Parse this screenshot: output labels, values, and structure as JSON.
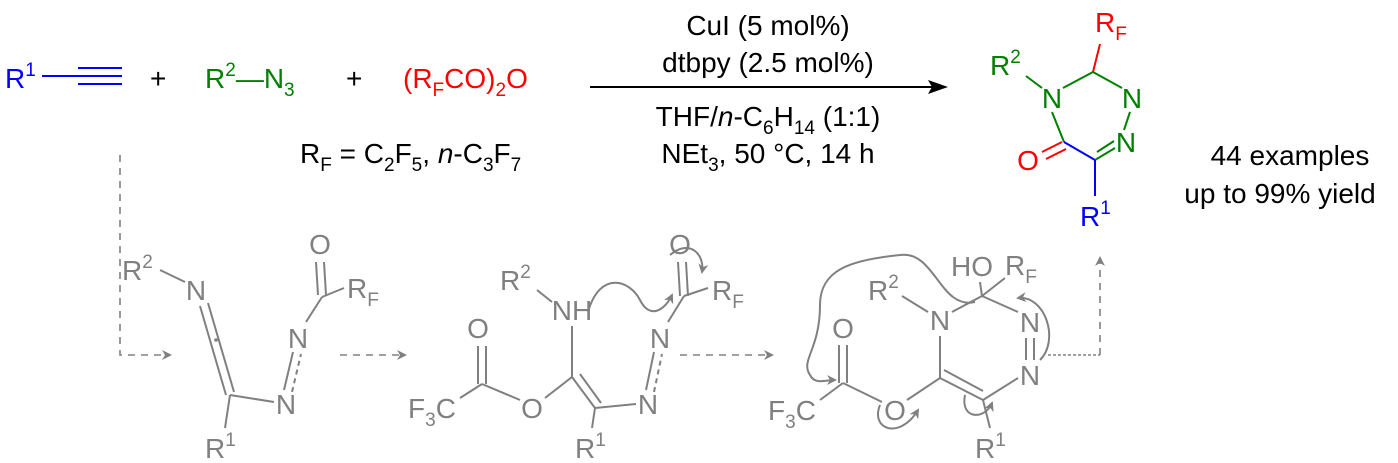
{
  "reactants": {
    "alkyne": [
      "R",
      "1"
    ],
    "plus": "+",
    "azide": [
      "R",
      "2",
      "—N",
      "3"
    ],
    "anhydride": [
      "(R",
      "F",
      "CO)",
      "2",
      "O"
    ]
  },
  "rf_definition": [
    "R",
    "F",
    " = C",
    "2",
    "F",
    "5",
    ", ",
    "n",
    "-C",
    "3",
    "F",
    "7"
  ],
  "conditions": {
    "line1": "CuI (5 mol%)",
    "line2": "dtbpy (2.5 mol%)",
    "line3": [
      "THF/",
      "n",
      "-C",
      "6",
      "H",
      "14",
      " (1:1)"
    ],
    "line4": [
      "NEt",
      "3",
      ", 50 °C, 14 h"
    ]
  },
  "product": {
    "rf": [
      "R",
      "F"
    ],
    "r2": [
      "R",
      "2"
    ],
    "n": "N",
    "o": "O",
    "r1": [
      "R",
      "1"
    ]
  },
  "results": {
    "examples": "44 examples",
    "yield": "up to 99% yield"
  },
  "intermediates": {
    "r1": [
      "R",
      "1"
    ],
    "r2": [
      "R",
      "2"
    ],
    "rf": [
      "R",
      "F"
    ],
    "n": "N",
    "o": "O",
    "nh": "NH",
    "ho": "HO",
    "f3c": [
      "F",
      "3",
      "C"
    ]
  },
  "colors": {
    "r1": "#0000ff",
    "r2": "#008000",
    "rf": "#ff0000",
    "mechanism": "#808080"
  }
}
